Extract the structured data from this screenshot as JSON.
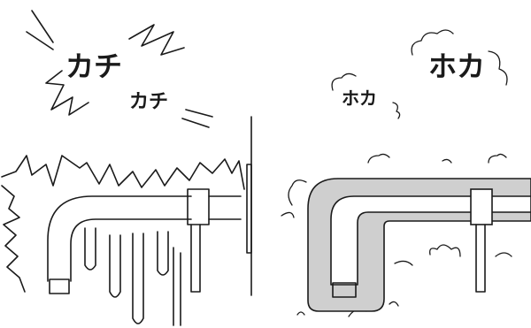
{
  "frozen_panel": {
    "sfx_large": "カチ",
    "sfx_small": "カチ"
  },
  "warm_panel": {
    "sfx_large": "ホカ",
    "sfx_small": "ホカ"
  },
  "colors": {
    "line": "#1a1a1a",
    "background": "#ffffff",
    "warm_wrap": "#cfcfcf"
  }
}
